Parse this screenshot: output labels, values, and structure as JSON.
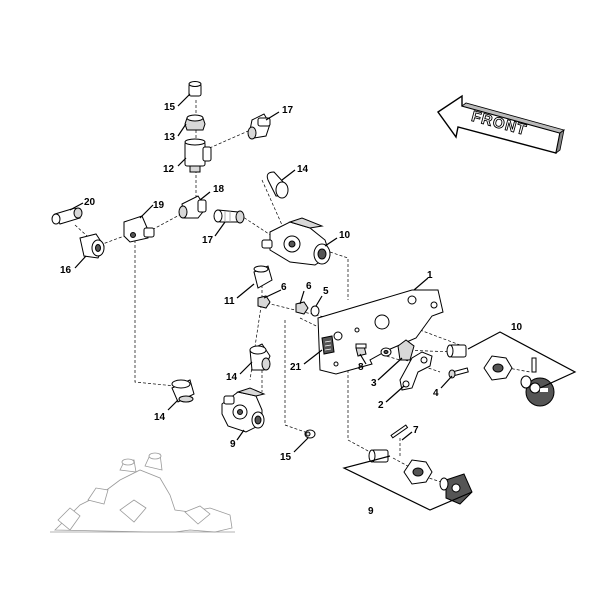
{
  "front_arrow": {
    "label": "FRONT"
  },
  "callouts": [
    {
      "key": "c15a",
      "text": "15"
    },
    {
      "key": "c13",
      "text": "13"
    },
    {
      "key": "c12",
      "text": "12"
    },
    {
      "key": "c17a",
      "text": "17"
    },
    {
      "key": "c14a",
      "text": "14"
    },
    {
      "key": "c20",
      "text": "20"
    },
    {
      "key": "c19",
      "text": "19"
    },
    {
      "key": "c18",
      "text": "18"
    },
    {
      "key": "c17b",
      "text": "17"
    },
    {
      "key": "c10a",
      "text": "10"
    },
    {
      "key": "c16",
      "text": "16"
    },
    {
      "key": "c11",
      "text": "11"
    },
    {
      "key": "c6a",
      "text": "6"
    },
    {
      "key": "c6b",
      "text": "6"
    },
    {
      "key": "c5",
      "text": "5"
    },
    {
      "key": "c1",
      "text": "1"
    },
    {
      "key": "c10b",
      "text": "10"
    },
    {
      "key": "c21",
      "text": "21"
    },
    {
      "key": "c8",
      "text": "8"
    },
    {
      "key": "c3",
      "text": "3"
    },
    {
      "key": "c2",
      "text": "2"
    },
    {
      "key": "c4",
      "text": "4"
    },
    {
      "key": "c14b",
      "text": "14"
    },
    {
      "key": "c14c",
      "text": "14"
    },
    {
      "key": "c9a",
      "text": "9"
    },
    {
      "key": "c15b",
      "text": "15"
    },
    {
      "key": "c7",
      "text": "7"
    },
    {
      "key": "c9b",
      "text": "9"
    }
  ]
}
